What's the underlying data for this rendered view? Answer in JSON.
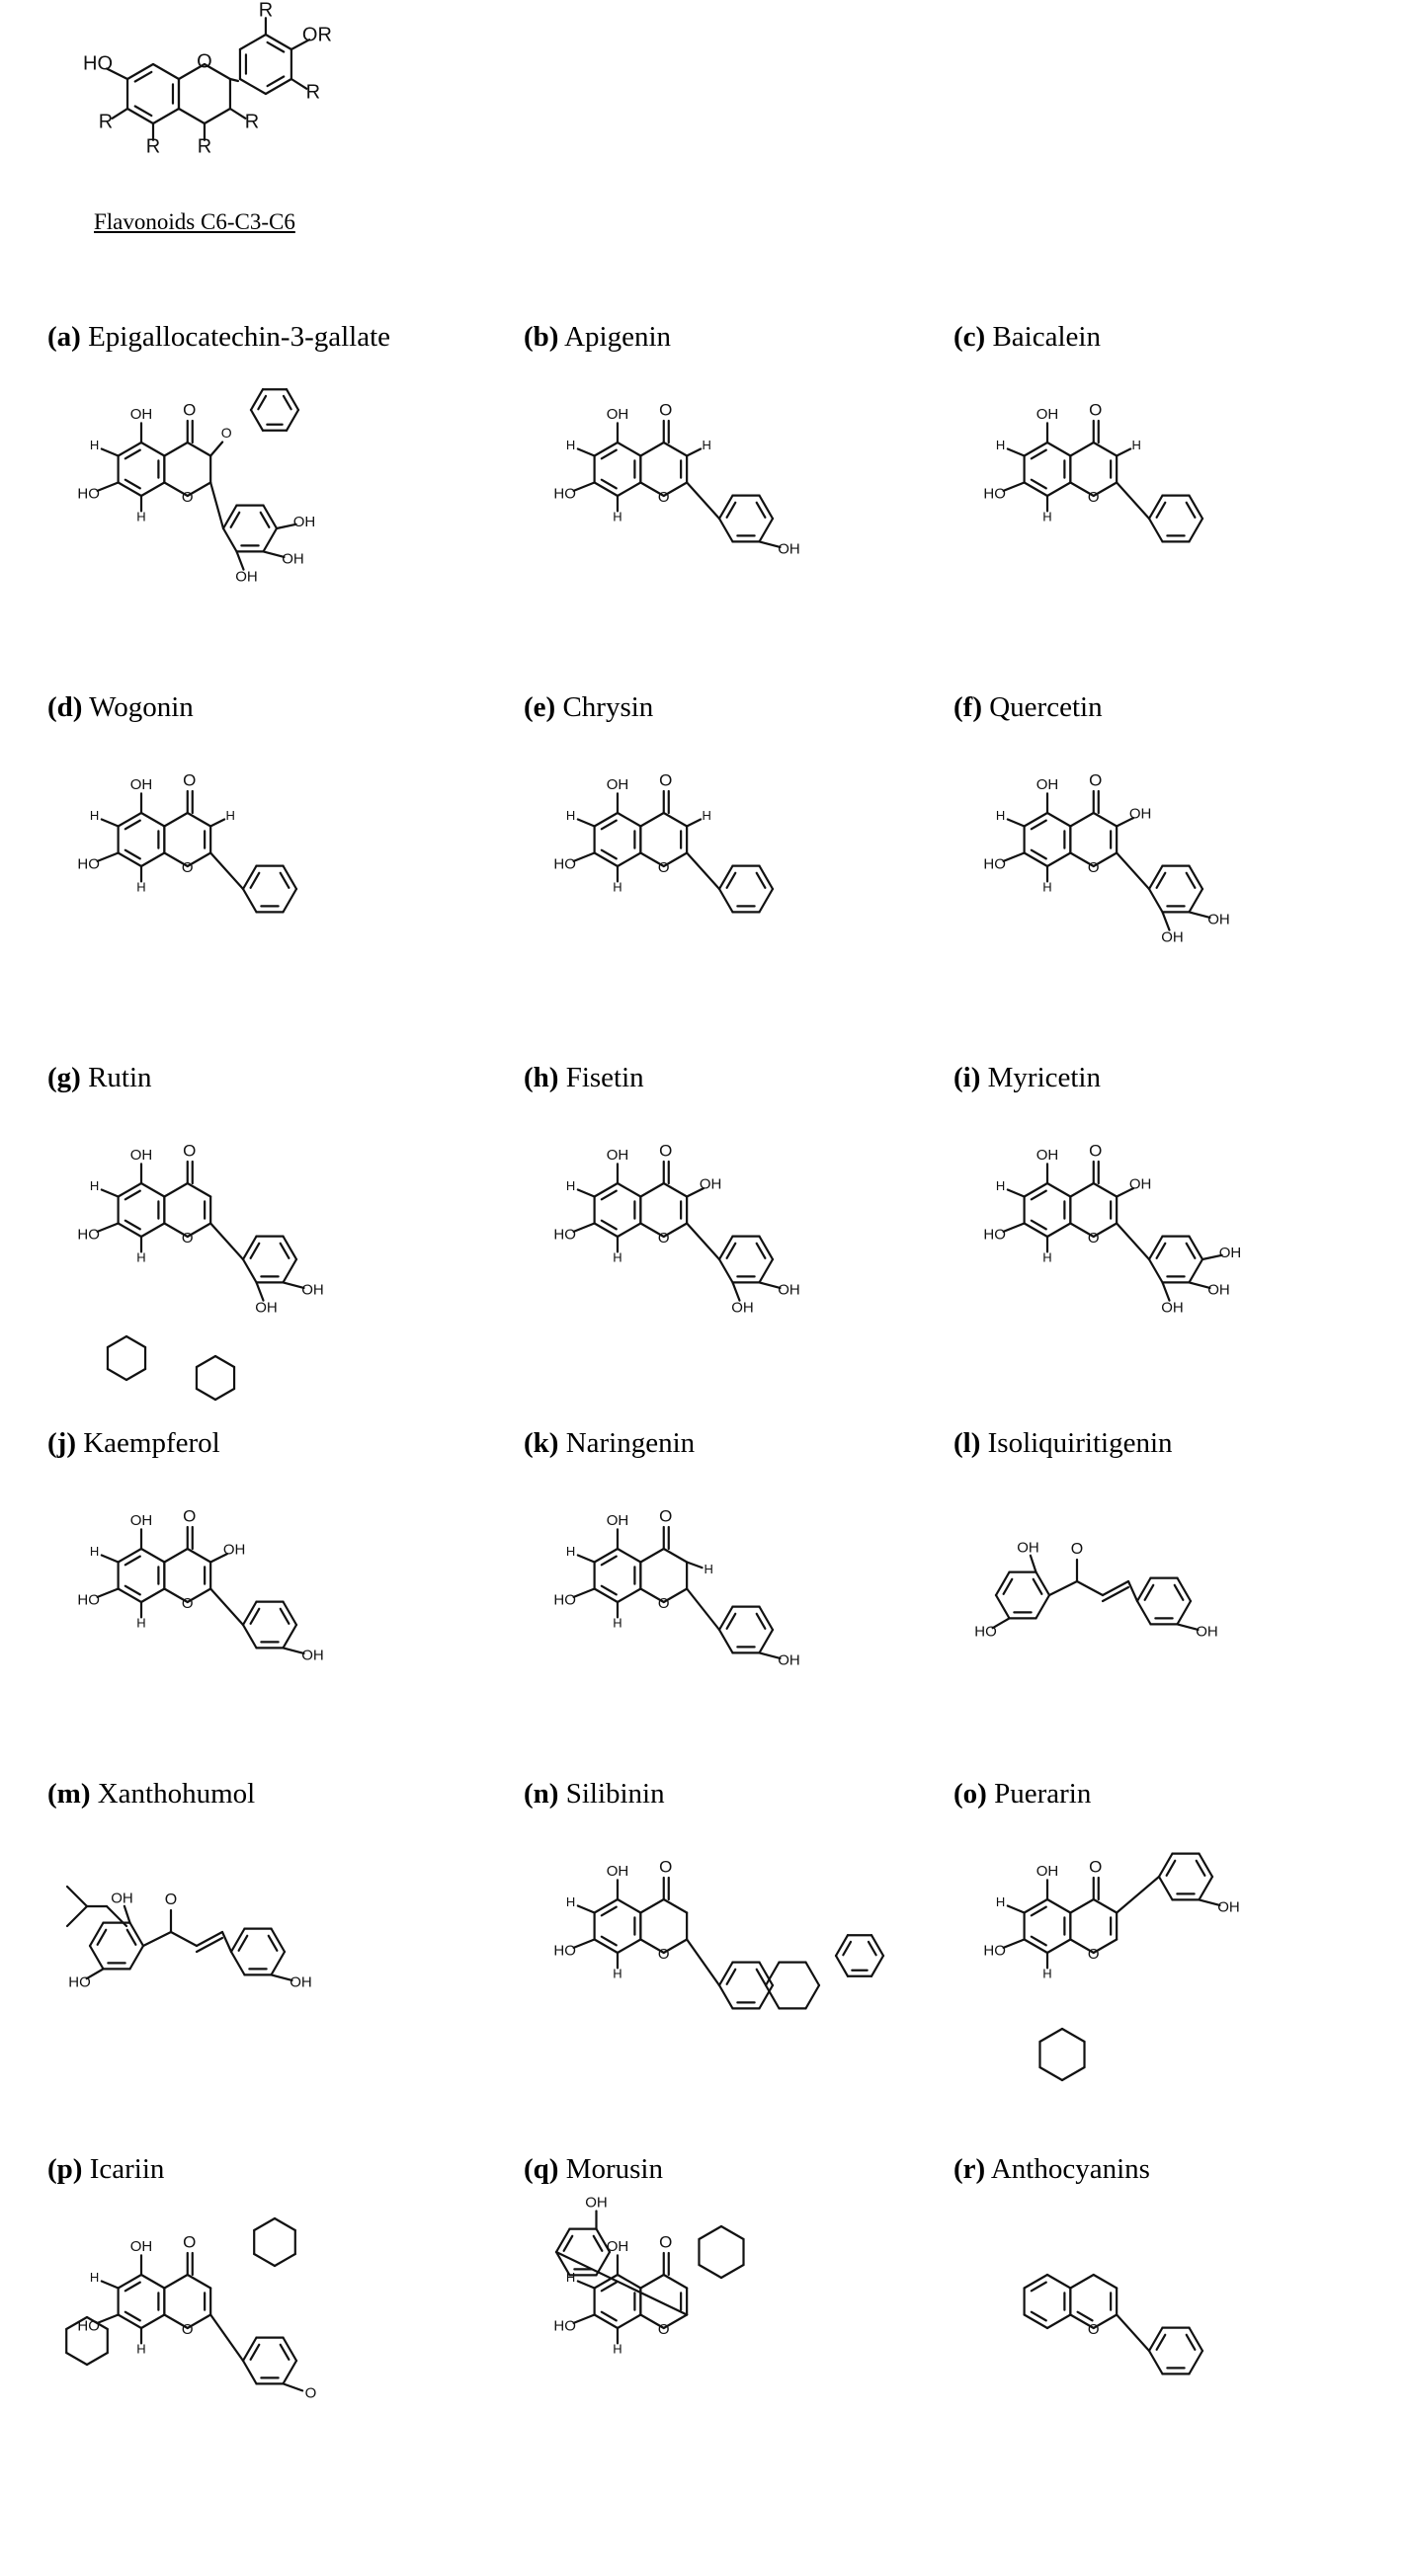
{
  "header": {
    "caption": "Flavonoids C6-C3-C6",
    "atoms": {
      "ho": "HO",
      "o": "O",
      "or": "OR",
      "r": "R"
    }
  },
  "atom_symbols": {
    "oh": "OH",
    "o": "O",
    "h": "H",
    "ho": "HO"
  },
  "panels": [
    {
      "letter": "(a)",
      "name": "Epigallocatechin-3-gallate",
      "type": "egcg"
    },
    {
      "letter": "(b)",
      "name": "Apigenin",
      "type": "flavone"
    },
    {
      "letter": "(c)",
      "name": "Baicalein",
      "type": "flavone"
    },
    {
      "letter": "(d)",
      "name": "Wogonin",
      "type": "flavone"
    },
    {
      "letter": "(e)",
      "name": "Chrysin",
      "type": "flavone"
    },
    {
      "letter": "(f)",
      "name": "Quercetin",
      "type": "flavonol"
    },
    {
      "letter": "(g)",
      "name": "Rutin",
      "type": "glycoside"
    },
    {
      "letter": "(h)",
      "name": "Fisetin",
      "type": "flavonol"
    },
    {
      "letter": "(i)",
      "name": "Myricetin",
      "type": "flavonol"
    },
    {
      "letter": "(j)",
      "name": "Kaempferol",
      "type": "flavonol"
    },
    {
      "letter": "(k)",
      "name": "Naringenin",
      "type": "flavanone"
    },
    {
      "letter": "(l)",
      "name": "Isoliquiritigenin",
      "type": "chalcone"
    },
    {
      "letter": "(m)",
      "name": "Xanthohumol",
      "type": "chalcone-prenyl"
    },
    {
      "letter": "(n)",
      "name": "Silibinin",
      "type": "silibinin"
    },
    {
      "letter": "(o)",
      "name": "Puerarin",
      "type": "isoflavone-glycoside"
    },
    {
      "letter": "(p)",
      "name": "Icariin",
      "type": "icariin"
    },
    {
      "letter": "(q)",
      "name": "Morusin",
      "type": "morusin"
    },
    {
      "letter": "(r)",
      "name": "Anthocyanins",
      "type": "anthocyanin"
    }
  ]
}
